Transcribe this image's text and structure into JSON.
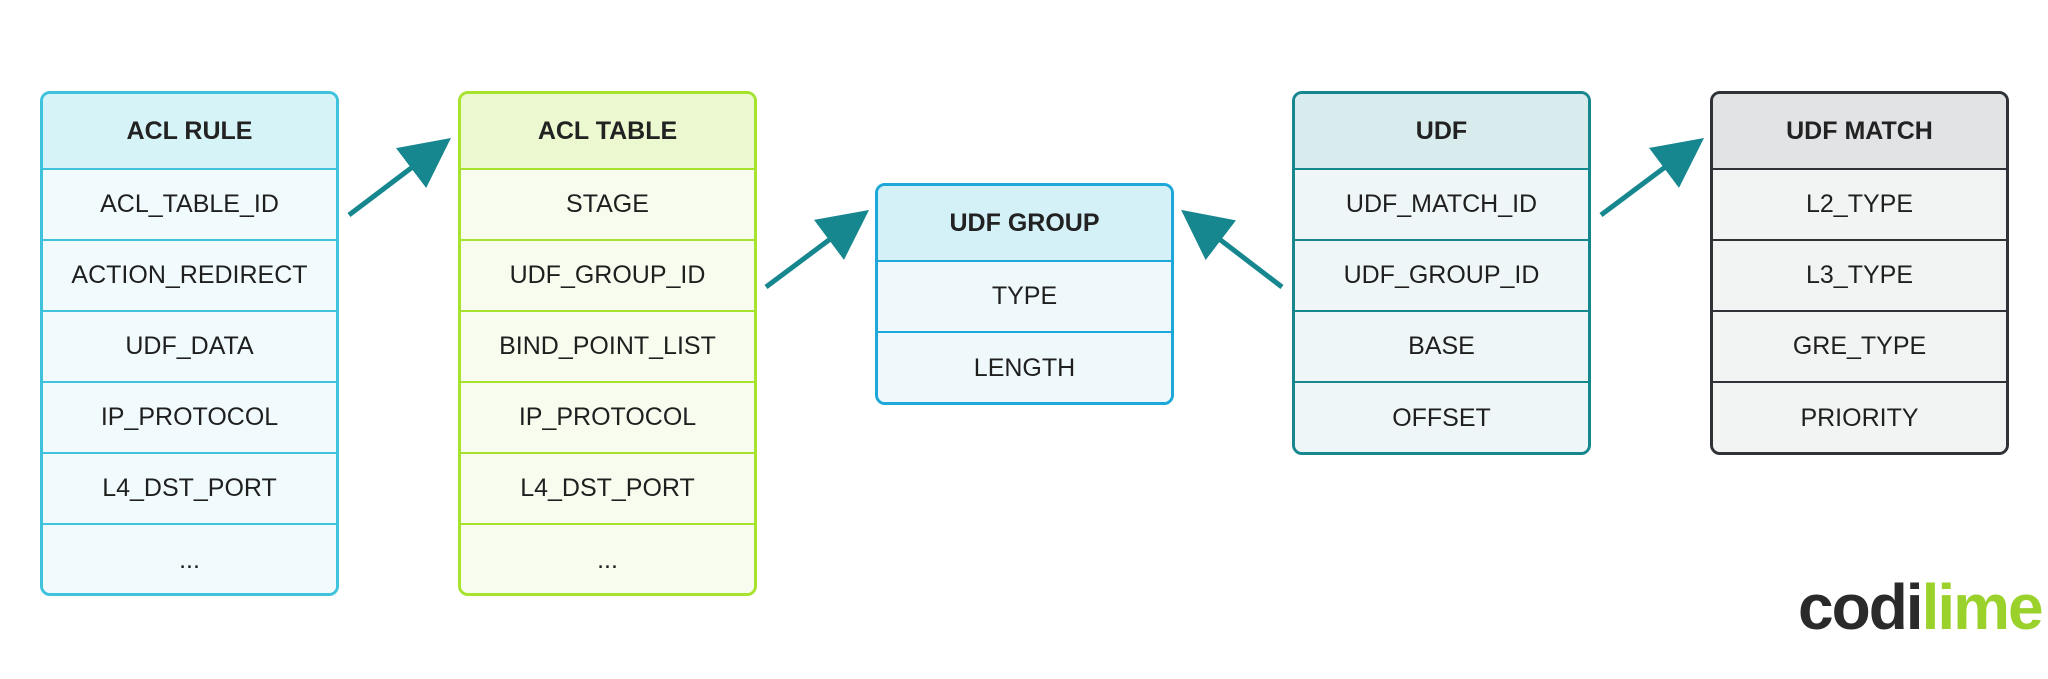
{
  "tables": {
    "acl_rule": {
      "title": "ACL RULE",
      "fields": [
        "ACL_TABLE_ID",
        "ACTION_REDIRECT",
        "UDF_DATA",
        "IP_PROTOCOL",
        "L4_DST_PORT",
        "..."
      ]
    },
    "acl_table": {
      "title": "ACL TABLE",
      "fields": [
        "STAGE",
        "UDF_GROUP_ID",
        "BIND_POINT_LIST",
        "IP_PROTOCOL",
        "L4_DST_PORT",
        "..."
      ]
    },
    "udf_group": {
      "title": "UDF GROUP",
      "fields": [
        "TYPE",
        "LENGTH"
      ]
    },
    "udf": {
      "title": "UDF",
      "fields": [
        "UDF_MATCH_ID",
        "UDF_GROUP_ID",
        "BASE",
        "OFFSET"
      ]
    },
    "udf_match": {
      "title": "UDF MATCH",
      "fields": [
        "L2_TYPE",
        "L3_TYPE",
        "GRE_TYPE",
        "PRIORITY"
      ]
    }
  },
  "logo": {
    "part1": "codi",
    "part2": "lime"
  },
  "colors": {
    "arrow": "#17878f",
    "acl_rule": "#3fc3dd",
    "acl_table": "#a7e22e",
    "udf_group": "#1ea7d9",
    "udf": "#17878f",
    "udf_match": "#2f3338",
    "logo_dark": "#2a2a2a",
    "logo_green": "#9ad22b"
  }
}
